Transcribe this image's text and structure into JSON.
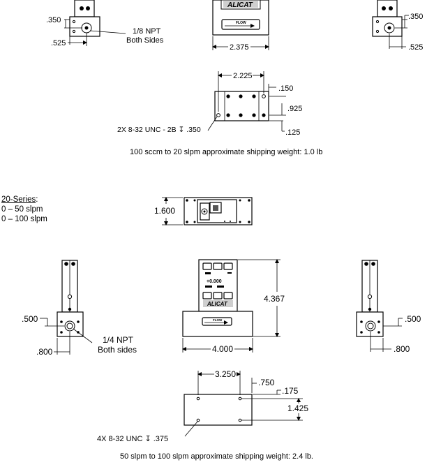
{
  "top_section": {
    "left_view": {
      "dim_height": ".350",
      "dim_width": ".525",
      "port_callout_line1": "1/8 NPT",
      "port_callout_line2": "Both Sides"
    },
    "front_view": {
      "logo": "ALICAT",
      "flow_label": "FLOW",
      "dim_width": "2.375"
    },
    "right_view": {
      "dim_height": ".350",
      "dim_width": ".525"
    },
    "bottom_view": {
      "dim_hole_spacing": "2.225",
      "dim_edge_offset": ".150",
      "dim_row_spacing": ".925",
      "dim_bottom_offset": ".125",
      "thread_callout": "2X 8-32 UNC - 2B ↧ .350"
    },
    "weight_note": "100 sccm to 20 slpm approximate shipping weight: 1.0 lb"
  },
  "series_block": {
    "title": "20-Series",
    "title_suffix": ":",
    "ranges": [
      "0 – 50 slpm",
      "0 – 100 slpm"
    ]
  },
  "bottom_section": {
    "top_view": {
      "dim_height": "1.600"
    },
    "left_view": {
      "dim_height": ".500",
      "dim_width": ".800",
      "port_callout_line1": "1/4 NPT",
      "port_callout_line2": "Both sides"
    },
    "front_view": {
      "logo": "ALICAT",
      "flow_label": "FLOW",
      "display_value": "+0.000",
      "dim_height": "4.367",
      "dim_width": "4.000"
    },
    "right_view": {
      "dim_height": ".500",
      "dim_width": ".800"
    },
    "bottom_view": {
      "dim_hole_spacing": "3.250",
      "dim_edge_offset": ".750",
      "dim_top_offset": ".175",
      "dim_row_spacing": "1.425",
      "thread_callout": "4X 8-32 UNC ↧ .375"
    },
    "weight_note": "50 slpm to 100 slpm approximate shipping weight: 2.4 lb."
  }
}
